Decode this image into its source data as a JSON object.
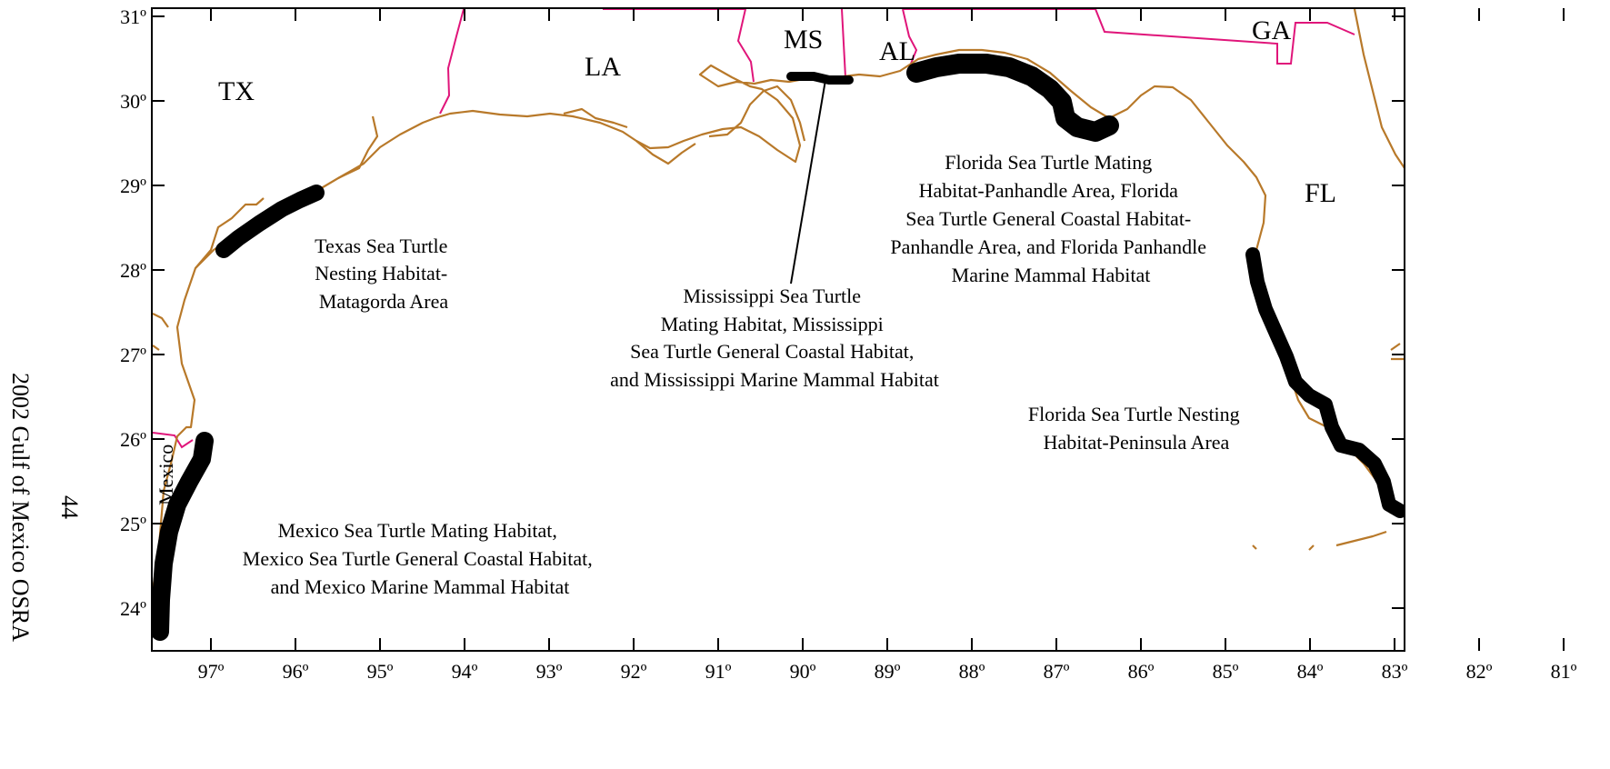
{
  "side_caption": {
    "page_number": "44",
    "report_title": "2002 Gulf of Mexico OSRA"
  },
  "axes": {
    "longitude_labels": [
      "97º",
      "96º",
      "95º",
      "94º",
      "93º",
      "92º",
      "91º",
      "90º",
      "89º",
      "88º",
      "87º",
      "86º",
      "85º",
      "84º",
      "83º",
      "82º",
      "81º"
    ],
    "latitude_labels": [
      "31º",
      "30º",
      "29º",
      "28º",
      "27º",
      "26º",
      "25º",
      "24º"
    ]
  },
  "state_labels": {
    "tx": "TX",
    "la": "LA",
    "ms": "MS",
    "al": "AL",
    "ga": "GA",
    "fl": "FL",
    "mexico": "Mexico"
  },
  "habitat_labels": {
    "texas": [
      "Texas Sea Turtle",
      "Nesting Habitat-",
      "Matagorda Area"
    ],
    "mississippi": [
      "Mississippi Sea Turtle",
      "Mating Habitat, Mississippi",
      "Sea Turtle General Coastal Habitat,",
      "and Mississippi Marine Mammal Habitat"
    ],
    "florida_panhandle": [
      "Florida Sea Turtle Mating",
      "Habitat-Panhandle Area, Florida",
      "Sea Turtle General Coastal Habitat-",
      "Panhandle Area, and Florida Panhandle",
      "Marine Mammal Habitat"
    ],
    "florida_peninsula": [
      "Florida Sea Turtle Nesting",
      "Habitat-Peninsula Area"
    ],
    "mexico": [
      "Mexico Sea Turtle Mating Habitat,",
      "Mexico Sea Turtle General Coastal Habitat,",
      "and Mexico Marine Mammal Habitat"
    ]
  },
  "colors": {
    "coastline": "#b8792a",
    "state_border": "#e0157a",
    "habitat": "#000000",
    "frame": "#000000"
  }
}
